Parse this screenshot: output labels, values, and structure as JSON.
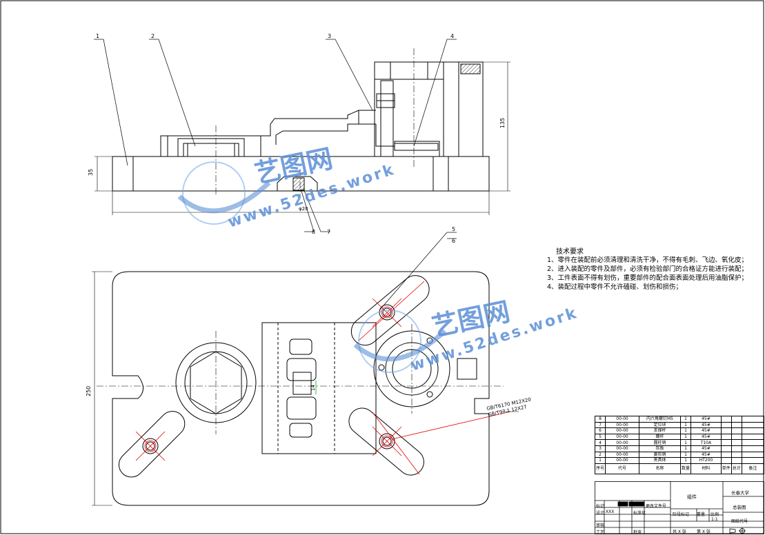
{
  "drawing": {
    "balloons": [
      "1",
      "2",
      "3",
      "4",
      "5",
      "6",
      "7",
      "8"
    ],
    "dims": {
      "height_35": "35",
      "height_135": "135",
      "width_250": "250",
      "dia_20": "φ20",
      "dim_14": "14",
      "bolt_note_1": "GB/T6170  M12X20",
      "bolt_note_2": "GB/T97.1  12X27"
    }
  },
  "tech_req": {
    "title": "技术要求",
    "items": [
      "1、零件在装配前必须清理和清洗干净，不得有毛刺、飞边、氧化皮；",
      "2、进入装配的零件及部件，必须有检验部门的合格证方能进行装配；",
      "3、工件表面不得有划伤，重要部件的配合面表面处理后用油脂保护；",
      "4、装配过程中零件不允许磕碰、划伤和损伤；"
    ]
  },
  "bom": {
    "rows": [
      {
        "no": "8",
        "code": "00-00",
        "name": "内六角螺钉M5",
        "qty": "1",
        "mat": "45#"
      },
      {
        "no": "7",
        "code": "00-00",
        "name": "定位块",
        "qty": "1",
        "mat": "45#"
      },
      {
        "no": "6",
        "code": "00-00",
        "name": "支撑杆",
        "qty": "1",
        "mat": "45#"
      },
      {
        "no": "5",
        "code": "00-00",
        "name": "螺杆",
        "qty": "1",
        "mat": "45#"
      },
      {
        "no": "4",
        "code": "00-00",
        "name": "圆柱销",
        "qty": "1",
        "mat": "T10A"
      },
      {
        "no": "3",
        "code": "00-00",
        "name": "压板",
        "qty": "1",
        "mat": "45#"
      },
      {
        "no": "2",
        "code": "00-00",
        "name": "菱形销",
        "qty": "1",
        "mat": "45#"
      },
      {
        "no": "1",
        "code": "00-00",
        "name": "夹具体",
        "qty": "1",
        "mat": "HT200"
      }
    ],
    "header": {
      "no": "序号",
      "code": "代号",
      "name": "名称",
      "qty": "数量",
      "mat": "材料",
      "unit_weight": "单件",
      "total_weight": "总计",
      "weight": "重量",
      "note": "备注"
    }
  },
  "title_block": {
    "drawing_name": "组件",
    "school": "长春大学",
    "doc_type": "总装图",
    "scale_label": "比例",
    "scale": "1:1",
    "weight_label": "重量",
    "stage_label": "阶段标记",
    "designer_label": "设计",
    "designer": "XXX",
    "standard_label": "标准化",
    "check_label": "审核",
    "process_label": "工艺",
    "approve_label": "批准",
    "mark_label": "标记",
    "count_label": "处数",
    "zone_label": "分区",
    "change_label": "更改文件号",
    "sign_label": "签名",
    "date_label": "年月日",
    "sheets": "共 X 张",
    "sheet": "第 X 张",
    "projection_label": "图纸代号"
  },
  "watermark": {
    "brand": "艺图网",
    "url": "www.52des.work"
  }
}
